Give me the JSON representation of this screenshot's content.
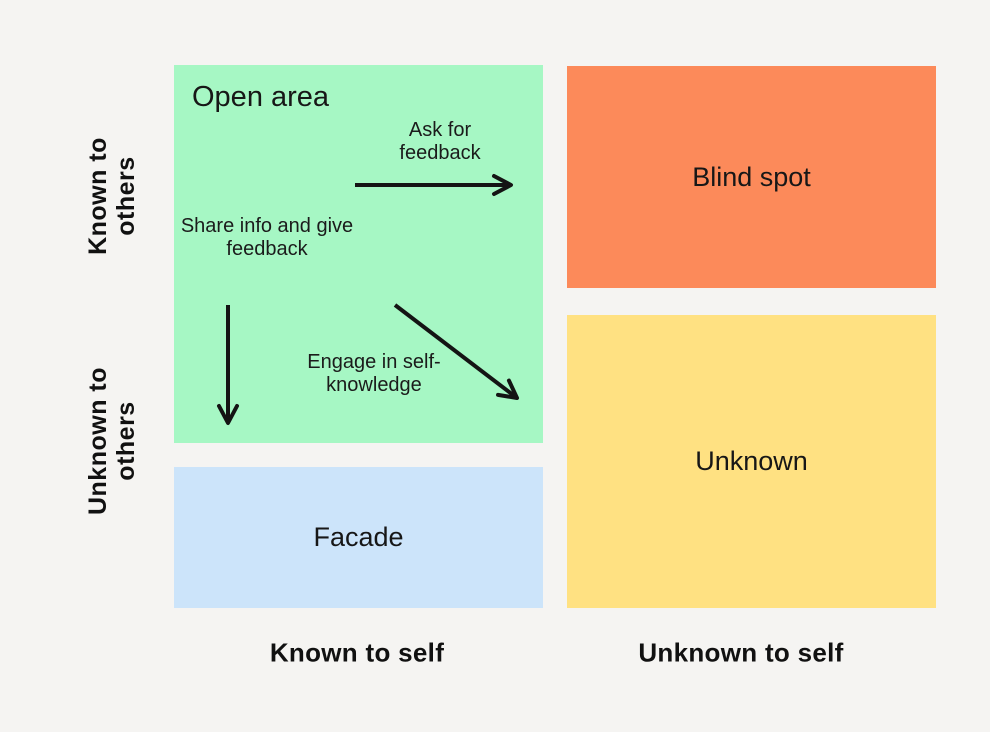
{
  "background": "#f5f4f2",
  "text_color": "#171717",
  "quadrants": {
    "open_area": {
      "label": "Open area",
      "color": "#a6f7c4"
    },
    "blind_spot": {
      "label": "Blind spot",
      "color": "#fc8a5a"
    },
    "facade": {
      "label": "Facade",
      "color": "#cce4fa"
    },
    "unknown": {
      "label": "Unknown",
      "color": "#ffe182"
    }
  },
  "axis_labels": {
    "row_top": "Known to\nothers",
    "row_bottom": "Unknown to\nothers",
    "col_left": "Known to self",
    "col_right": "Unknown to self"
  },
  "annotations": {
    "ask_feedback": "Ask for\nfeedback",
    "share_info": "Share info and give\nfeedback",
    "engage_self": "Engage in self-\nknowledge"
  },
  "arrows": {
    "color": "#141414",
    "items": [
      {
        "name": "ask-feedback-arrow",
        "direction": "right"
      },
      {
        "name": "share-info-arrow",
        "direction": "down"
      },
      {
        "name": "self-knowledge-arrow",
        "direction": "down-right"
      }
    ]
  }
}
